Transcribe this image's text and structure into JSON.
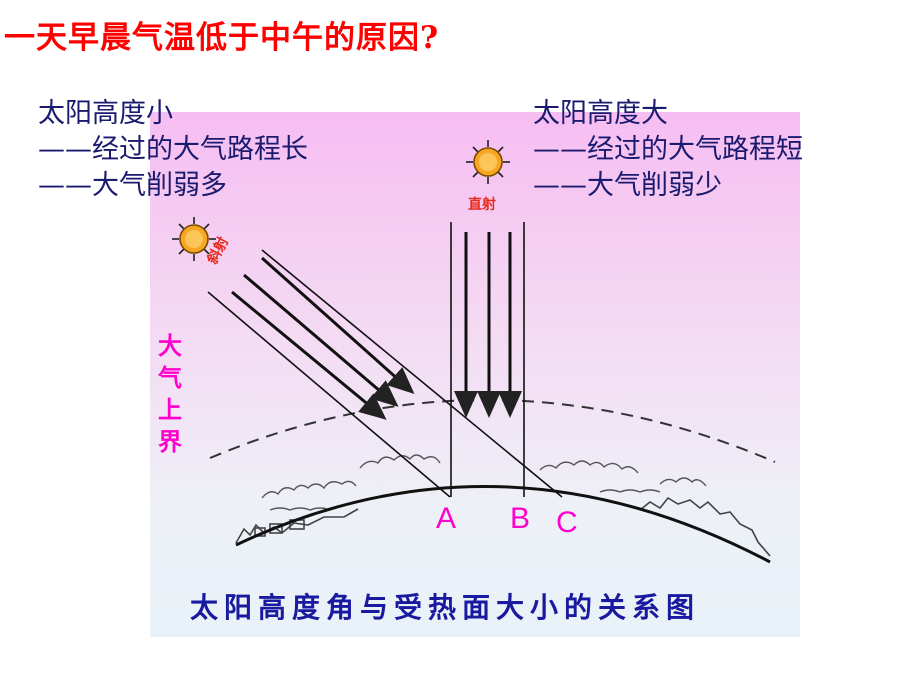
{
  "title": "一天早晨气温低于中午的原因?",
  "left_block": {
    "line1": "太阳高度小",
    "line2": "——经过的大气路程长",
    "line3": "——大气削弱多"
  },
  "right_block": {
    "line1": "太阳高度大",
    "line2": "——经过的大气路程短",
    "line3": "——大气削弱少"
  },
  "diagram": {
    "oblique_label": "斜射",
    "direct_label": "直射",
    "atmosphere_top_label": [
      "大",
      "气",
      "上",
      "界"
    ],
    "point_labels": [
      "A",
      "B",
      "C"
    ],
    "caption": "太阳高度角与受热面大小的关系图",
    "colors": {
      "title": "#ff0000",
      "body_text": "#1a1a6e",
      "caption": "#1a1aa0",
      "magenta_labels": "#ff00cc",
      "sun": "#f6a623"
    }
  }
}
